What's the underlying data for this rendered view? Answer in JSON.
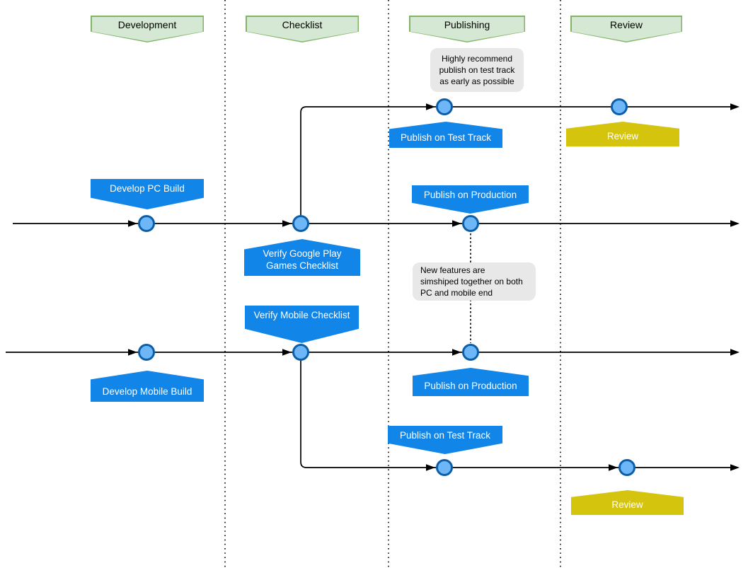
{
  "columns": [
    {
      "label": "Development"
    },
    {
      "label": "Checklist"
    },
    {
      "label": "Publishing"
    },
    {
      "label": "Review"
    }
  ],
  "milestones": {
    "develop_pc_build": {
      "label": "Develop PC Build"
    },
    "verify_google_play": {
      "label": "Verify Google Play\nGames Checklist"
    },
    "verify_mobile_checklist": {
      "label": "Verify Mobile Checklist"
    },
    "publish_test_track_pc": {
      "label": "Publish on Test Track"
    },
    "publish_production_pc": {
      "label": "Publish on Production"
    },
    "review_pc": {
      "label": "Review"
    },
    "develop_mobile_build": {
      "label": "Develop Mobile Build"
    },
    "publish_production_mobile": {
      "label": "Publish on Production"
    },
    "publish_test_track_mobile": {
      "label": "Publish on Test Track"
    },
    "review_mobile": {
      "label": "Review"
    }
  },
  "notes": {
    "test_track_note": {
      "text": "Highly recommend\npublish on test track\nas early as possible"
    },
    "simship_note": {
      "text": "New features are\nsimshiped together on both\nPC and mobile end"
    }
  },
  "colors": {
    "milestone_blue": "#1285e8",
    "review_yellow": "#d5c40e",
    "header_fill": "#d5e8d4",
    "header_border": "#82b366",
    "node_fill": "#6db6f8",
    "node_border": "#0c5ea8",
    "note_bg": "#e8e8e8",
    "line": "#000000"
  }
}
